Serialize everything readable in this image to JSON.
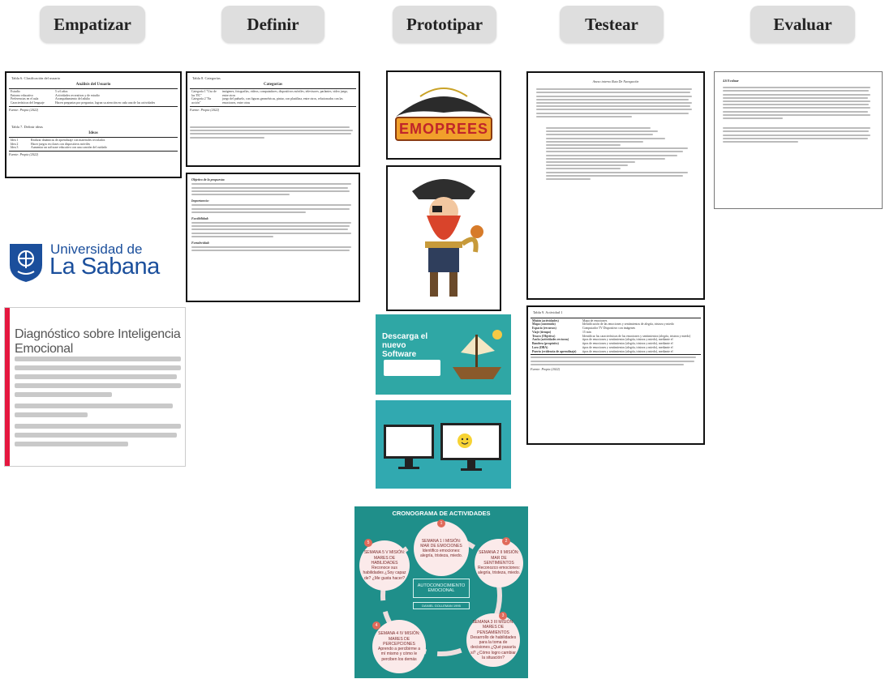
{
  "stages": [
    {
      "label": "Empatizar"
    },
    {
      "label": "Definir"
    },
    {
      "label": "Prototipar"
    },
    {
      "label": "Testear"
    },
    {
      "label": "Evaluar"
    }
  ],
  "empatizar": {
    "doc1": {
      "caption": "Tabla 6. Clasificación del usuario",
      "header": "Análisis del Usuario",
      "rows": [
        [
          "Estudio",
          "5 a 6 años"
        ],
        [
          "Entorno educativo",
          "Actividades recreativas y de estudio"
        ],
        [
          "Preferencias en el aula",
          "Acompañamiento del adulto"
        ],
        [
          "Características del lenguaje",
          "Hacen preguntas por preguntar, logran su atención en cada una de las actividades"
        ]
      ],
      "source": "Fuente: Propia (2022)",
      "caption2": "Tabla 7. Definir ideas",
      "header2": "Ideas",
      "ideas": [
        [
          "Idea 1",
          "Realizar dinámicas de aprendizaje con materiales reciclados"
        ],
        [
          "Idea 2",
          "Hacer juegos en clases con dispositivos móviles"
        ],
        [
          "Idea 3",
          "Aumentar un software educativo con una canción del cuidado"
        ]
      ],
      "source2": "Fuente: Propia (2022)"
    },
    "logo": {
      "line1": "Universidad de",
      "line2": "La Sabana"
    },
    "diag": {
      "title": "Diagnóstico sobre Inteligencia Emocional"
    }
  },
  "definir": {
    "doc1": {
      "caption": "Tabla 8. Categorías",
      "header": "Categorías",
      "rows": [
        [
          "Categoría 1 \"Uso de las TIC\"",
          "imágenes, fotografías, videos, computadores, dispositivos móviles, televisores, parlantes, video juego, entre otros"
        ],
        [
          "Categoría 2 \"En acción\"",
          "juego del pañuelo, con figuras geométricas, pintar, con plastilina, entre otros, relacionados con las emociones, entre otras"
        ]
      ],
      "source": "Fuente: Propia (2022)"
    },
    "doc2": {
      "heading1": "Objetivo de la propuesta:",
      "heading2": "Importancia:",
      "heading3": "Factibilidad:",
      "heading4": "Fortalecidad:"
    }
  },
  "prototipar": {
    "logo_text": "EMOPREES",
    "screen1": {
      "title": "Descarga el nuevo Software"
    }
  },
  "testear": {
    "doc1": {
      "title": "Anexo interno Ruta De Navegación"
    },
    "doc2": {
      "caption": "Tabla 9. Actividad 1",
      "rows": [
        [
          "Misión (actividades)",
          "Mapa de emociones"
        ],
        [
          "Mapa (contenido)",
          "Identificación de las emociones y sentimientos de alegría, tristeza y miedo"
        ],
        [
          "Espacio (recursos)",
          "Computador TV Dispositivo con imágenes"
        ],
        [
          "Viaje (tiempo)",
          "15 min"
        ],
        [
          "Tesoro (Objetivo)",
          "Identificar las características de las emociones y sentimientos (alegría, tristeza y miedo)"
        ],
        [
          "Ancla (actividades rectoras)",
          "tipos de emociones y sentimientos (alegría, tristeza y miedo), mediante el"
        ],
        [
          "Bandera (propósito)",
          "tipos de emociones y sentimientos (alegría, tristeza y miedo), mediante el"
        ],
        [
          "Loro (DBA)",
          "tipos de emociones y sentimientos (alegría, tristeza y miedo), mediante el"
        ],
        [
          "Puerto (evidencia de aprendizaje)",
          "tipos de emociones y sentimientos (alegría, tristeza y miedo), mediante el"
        ]
      ],
      "source": "Fuente: Propia (2022)"
    }
  },
  "evaluar": {
    "doc1": {
      "title": "4.6 Evaluar"
    }
  },
  "cronograma": {
    "title": "CRONOGRAMA DE ACTIVIDADES",
    "center": "AUTOCONOCIMIENTO EMOCIONAL",
    "center_sub": "DANIEL GOLLEMAN 1995",
    "weeks": [
      {
        "num": "1",
        "text": "SEMANA 1 I MISIÓN: MAR DE EMOCIONES Identifico emociones: alegría, tristeza, miedo."
      },
      {
        "num": "2",
        "text": "SEMANA 2 II MISIÓN: MAR DE SENTIMIENTOS Reconozco emociones: alegría, tristeza, miedo."
      },
      {
        "num": "3",
        "text": "SEMANA 3 III MISIÓN: MARES DE PENSAMIENTOS Desarrollo de habilidades para la toma de decisiones ¿Qué pasaría si? ¿Cómo logro cambiar la situación?"
      },
      {
        "num": "4",
        "text": "SEMANA 4 IV MISIÓN: MARES DE PERCEPCIONES Aprendo a percibirme a mí mismo y cómo le perciben los demás"
      },
      {
        "num": "5",
        "text": "SEMANA 5 V MISIÓN: MARES DE HABILIDADES Reconoce sus habilidades ¿Soy capaz de? ¿Me gusta hacer?"
      }
    ]
  },
  "colors": {
    "stage_bg": "#dedede",
    "crono_bg": "#1f8f8a",
    "bubble_bg": "#fbeaea",
    "accent_red": "#e5173f",
    "sabana_blue": "#1b4f9c"
  }
}
